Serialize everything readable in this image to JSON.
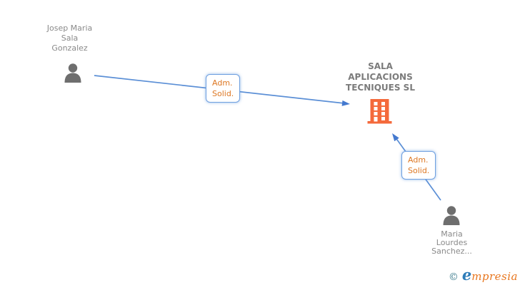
{
  "diagram": {
    "nodes": {
      "person1": {
        "type": "person",
        "name_lines": [
          "Josep Maria",
          "Sala",
          "Gonzalez"
        ]
      },
      "company": {
        "type": "company",
        "name_lines": [
          "SALA",
          "APLICACIONS",
          "TECNIQUES SL"
        ]
      },
      "person2": {
        "type": "person",
        "name_lines": [
          "Maria",
          "Lourdes",
          "Sanchez..."
        ]
      }
    },
    "edges": {
      "edge1": {
        "from": "person1",
        "to": "company",
        "label_lines": [
          "Adm.",
          "Solid."
        ]
      },
      "edge2": {
        "from": "person2",
        "to": "company",
        "label_lines": [
          "Adm.",
          "Solid."
        ]
      }
    },
    "colors": {
      "person_icon": "#6E6E6E",
      "person_label_text": "#8A8A8A",
      "company_label_text": "#7B7B7B",
      "building_icon": "#F4693B",
      "edge_line": "#5B8FD6",
      "edge_arrowhead": "#4479CF",
      "edge_label_text": "#DD7722",
      "edge_label_border": "#6FA0E0",
      "background": "#FFFFFF"
    }
  },
  "watermark": {
    "copyright_symbol": "©",
    "brand_initial": "e",
    "brand_rest": "mpresia",
    "colors": {
      "copyright": "#3A7A8C",
      "brand_initial": "#2E7CB8",
      "brand_rest": "#E8761E"
    }
  }
}
